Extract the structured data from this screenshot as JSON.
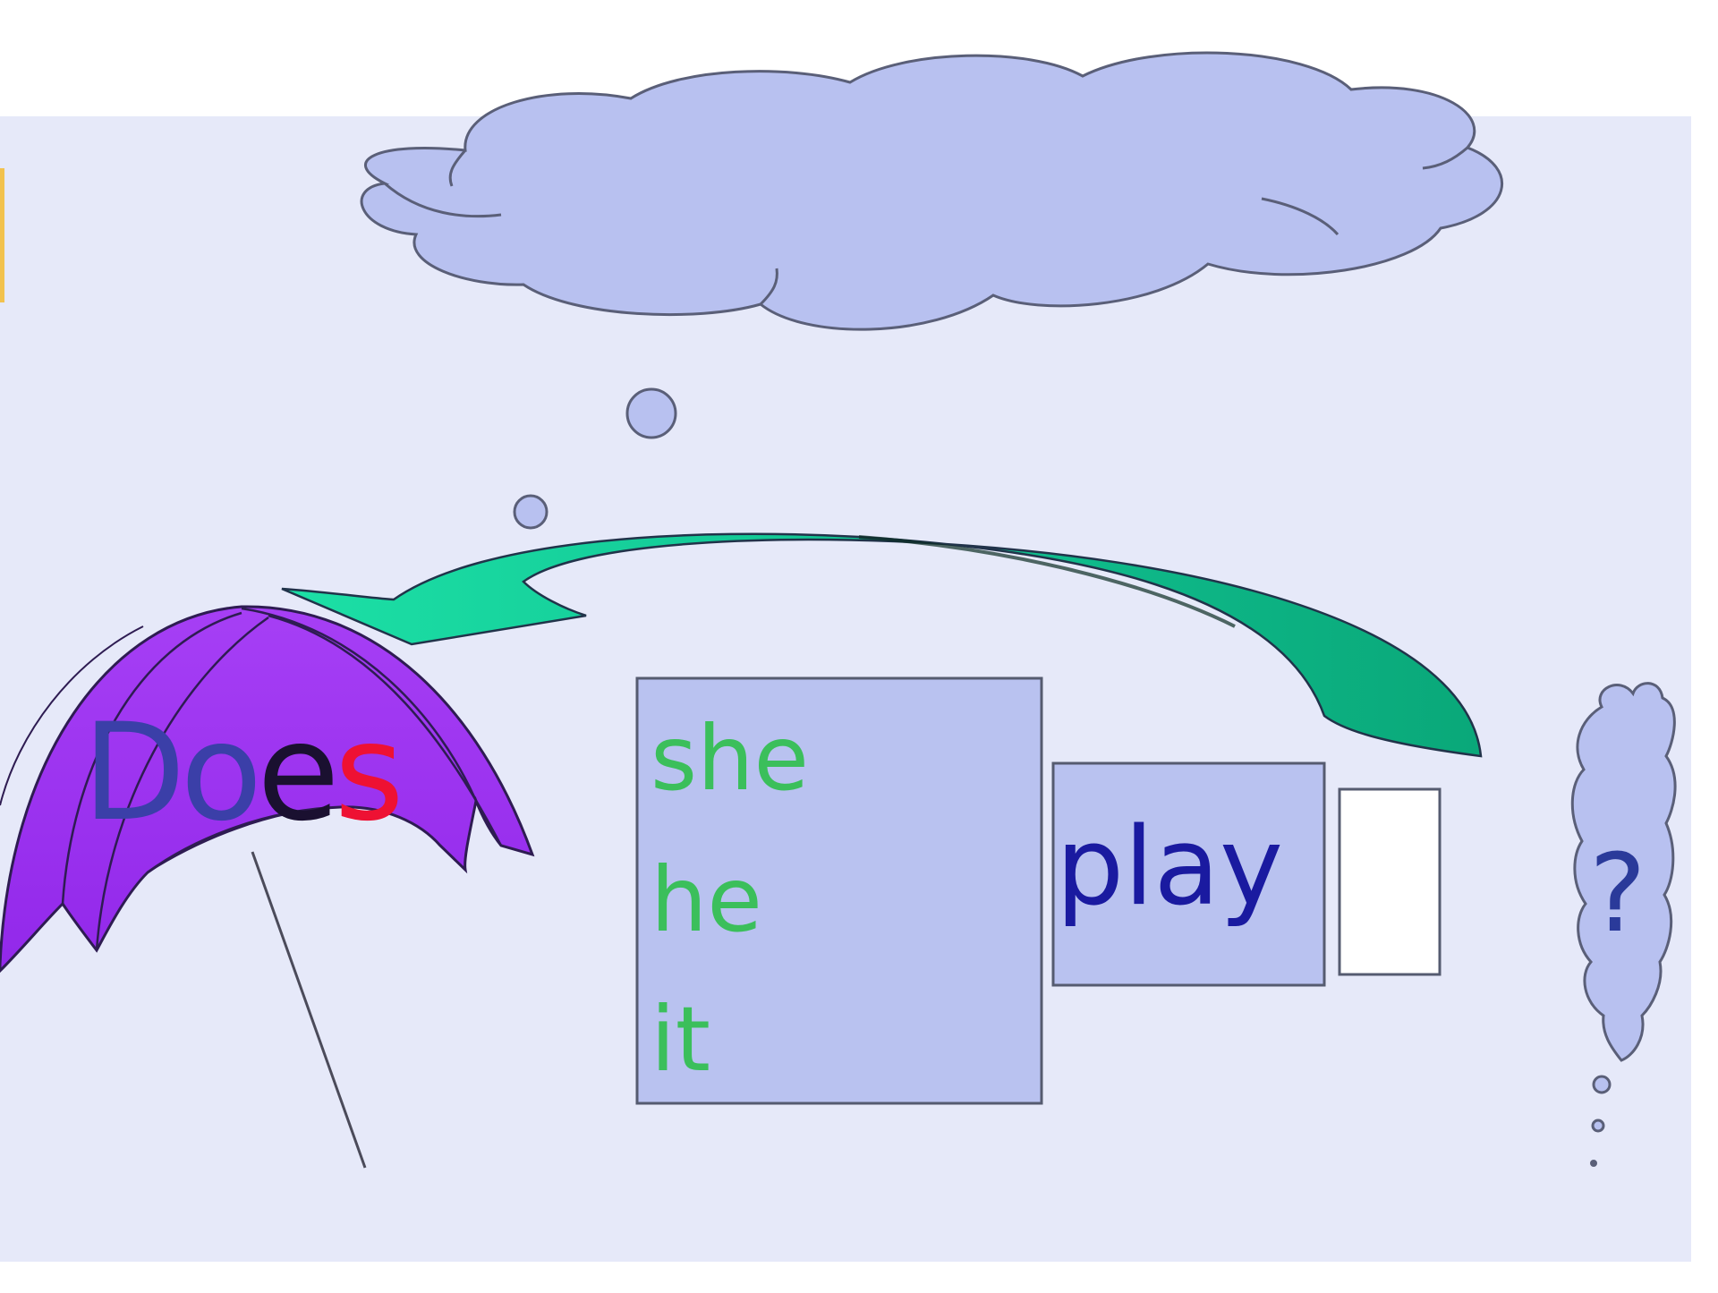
{
  "umbrella_word": {
    "part1": "Do",
    "part2": "e",
    "part3": "s"
  },
  "subjects": [
    "she",
    "he",
    "it"
  ],
  "verb": "play",
  "question_mark": "?",
  "colors": {
    "background": "#e6e9f9",
    "cloud": "#b8c1f0",
    "arrow": "#10c090",
    "umbrella": "#9a33f0",
    "subject_box": "#b9c2f0",
    "subject_text": "#3bbf5b",
    "verb_text": "#1a1aa0",
    "does_do": "#3b3fa8",
    "does_e": "#1a1030",
    "does_s": "#ee1133",
    "question_mark": "#2a3a9a"
  }
}
